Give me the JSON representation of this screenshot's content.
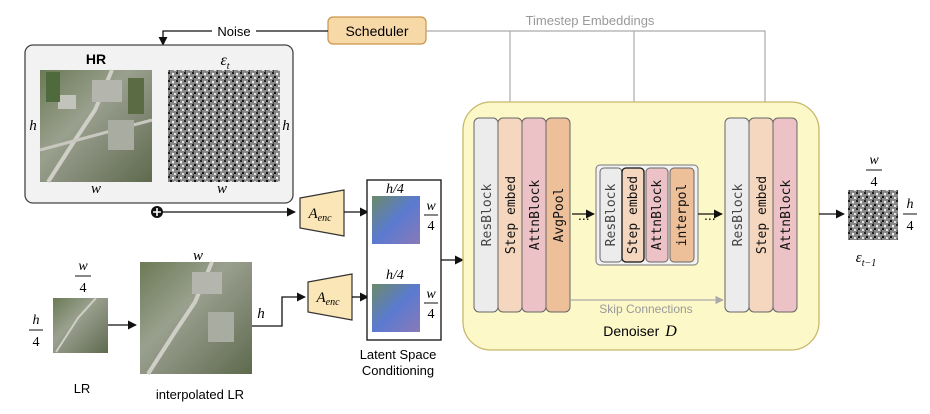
{
  "scheduler": {
    "label": "Scheduler"
  },
  "noise_label": "Noise",
  "timestep_label": "Timestep Embeddings",
  "hr_panel": {
    "hr_title": "HR",
    "eps_title": "ε",
    "eps_sub": "t",
    "h_label": "h",
    "w_label": "w",
    "plus": "+"
  },
  "encoder": {
    "label": "A",
    "sub": "enc"
  },
  "latent": {
    "h_frac": "h/4",
    "w_num": "w",
    "w_den": "4",
    "caption_line1": "Latent Space",
    "caption_line2": "Conditioning"
  },
  "lr": {
    "caption": "LR",
    "w_num": "w",
    "w_den": "4",
    "h_num": "h",
    "h_den": "4"
  },
  "interp": {
    "caption": "interpolated LR",
    "w_label": "w",
    "h_label": "h"
  },
  "denoiser": {
    "label": "Denoiser",
    "symbol": "D",
    "skip_label": "Skip Connections",
    "left_blocks": [
      "ResBlock",
      "Step embed",
      "AttnBlock",
      "AvgPool"
    ],
    "mid_blocks": [
      "ResBlock",
      "Step embed",
      "AttnBlock",
      "interpol"
    ],
    "right_blocks": [
      "ResBlock",
      "Step embed",
      "AttnBlock"
    ],
    "dots": "..."
  },
  "output": {
    "w_num": "w",
    "w_den": "4",
    "h_num": "h",
    "h_den": "4",
    "eps": "ε",
    "eps_sub": "t−1"
  },
  "colors": {
    "scheduler_fill": "#f7d9a8",
    "scheduler_stroke": "#c9944a",
    "panel_fill": "#f2f2f2",
    "denoiser_fill": "#fdf8c8",
    "denoiser_stroke": "#c8b86a",
    "encoder_fill": "#fbe6b8",
    "resblock_fill": "#ececec",
    "stepembed_fill": "#f5d6bf",
    "attn_fill": "#ecc2c6",
    "pool_fill": "#edc09a",
    "timestep_line": "#aaaaaa"
  }
}
